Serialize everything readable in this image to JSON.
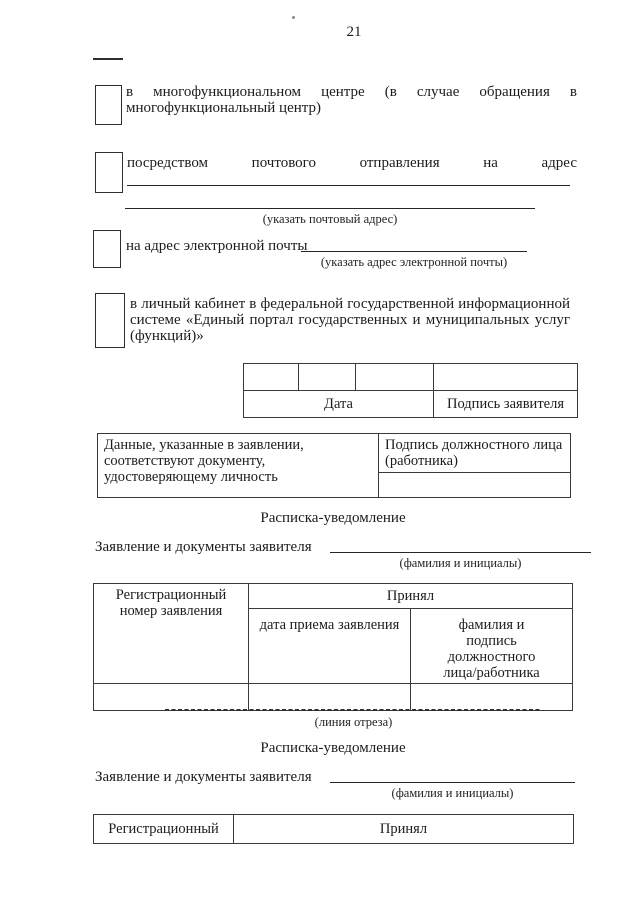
{
  "colors": {
    "ink": "#1c1c1c",
    "paper": "#ffffff"
  },
  "page": {
    "number": "21"
  },
  "options": [
    {
      "label": "в многофункциональном центре (в случае обращения в многофункциональный центр)"
    },
    {
      "label": "посредством почтового отправления на адрес",
      "caption": "(указать почтовый адрес)"
    },
    {
      "label": "на адрес электронной почты",
      "caption": "(указать адрес электронной почты)"
    },
    {
      "label": "в личный кабинет в федеральной государственной информационной системе «Единый портал государственных и муниципальных услуг (функций)»"
    }
  ],
  "date_table": {
    "date_label": "Дата",
    "signature_label": "Подпись заявителя"
  },
  "check_table": {
    "statement": "Данные, указанные в заявлении, соответствуют документу, удостоверяющему личность",
    "official": "Подпись должностного лица (работника)"
  },
  "receipt1": {
    "title": "Расписка-уведомление",
    "claim_label": "Заявление и документы заявителя",
    "claim_caption": "(фамилия и инициалы)",
    "reg_header": "Регистрационный номер заявления",
    "accepted_header": "Принял",
    "date_col_header": "дата приема заявления",
    "sign_col_header": "фамилия и подпись должностного лица/работника"
  },
  "cut": {
    "caption": "(линия отреза)"
  },
  "receipt2": {
    "title": "Расписка-уведомление",
    "claim_label": "Заявление и документы заявителя",
    "claim_caption": "(фамилия и инициалы)",
    "reg_header": "Регистрационный",
    "accepted_header": "Принял"
  }
}
